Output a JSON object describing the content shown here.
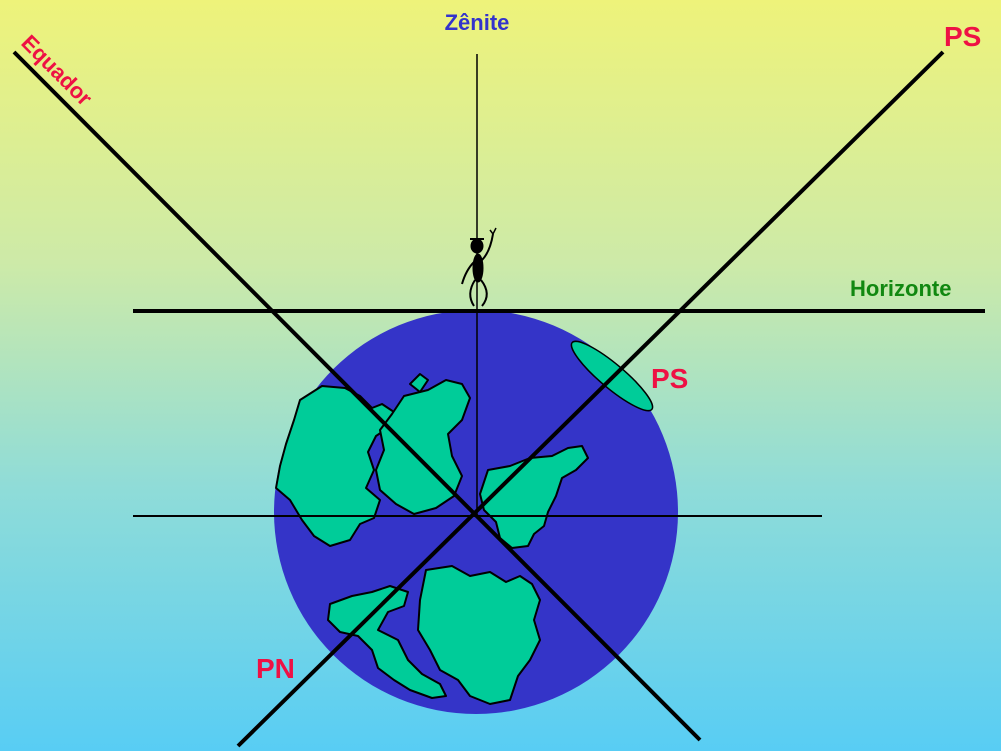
{
  "labels": {
    "zenith": "Zênite",
    "equator": "Equador",
    "south_pole_top": "PS",
    "horizon": "Horizonte",
    "south_pole_globe": "PS",
    "north_pole": "PN"
  },
  "colors": {
    "background_top": "#eef37a",
    "background_bottom": "#58cdf4",
    "globe": "#3434c8",
    "land": "#00cc99",
    "accent_red": "#ee1144",
    "accent_blue": "#3333cc",
    "accent_green": "#118811",
    "line": "#000000"
  }
}
